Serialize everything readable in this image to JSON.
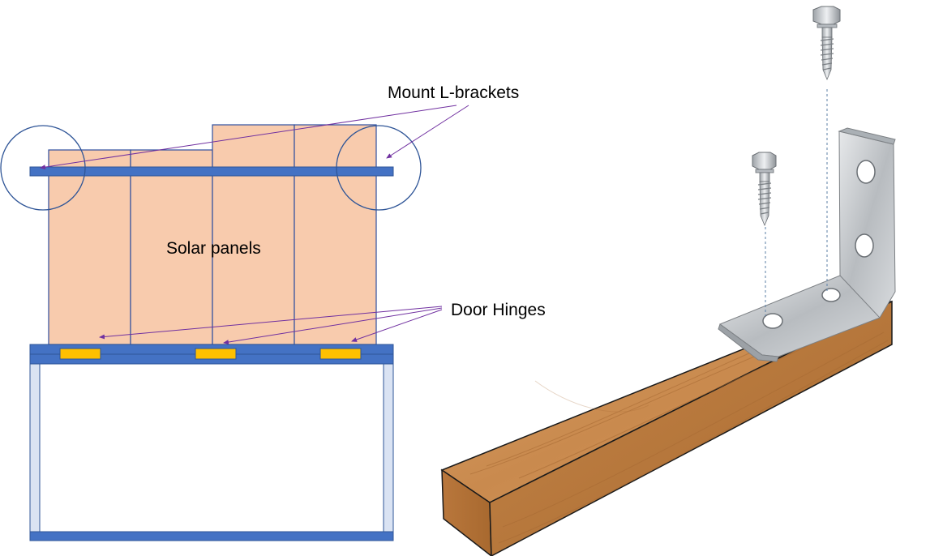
{
  "labels": {
    "mount_brackets": "Mount L-brackets",
    "solar_panels": "Solar panels",
    "door_hinges": "Door Hinges"
  },
  "colors": {
    "panel_fill": "#f8cbad",
    "panel_stroke": "#2f4f9f",
    "frame_blue": "#4472c4",
    "frame_blue_dark": "#2f5597",
    "frame_side": "#dae3f3",
    "hinge_fill": "#ffc000",
    "arrow": "#7030a0",
    "circle": "#2f5597",
    "wood_light": "#d59a5e",
    "wood_dark": "#b27338",
    "metal": "#c9cccf"
  },
  "icons": {
    "screw": "lag-screw-icon",
    "bracket": "l-bracket-icon"
  }
}
